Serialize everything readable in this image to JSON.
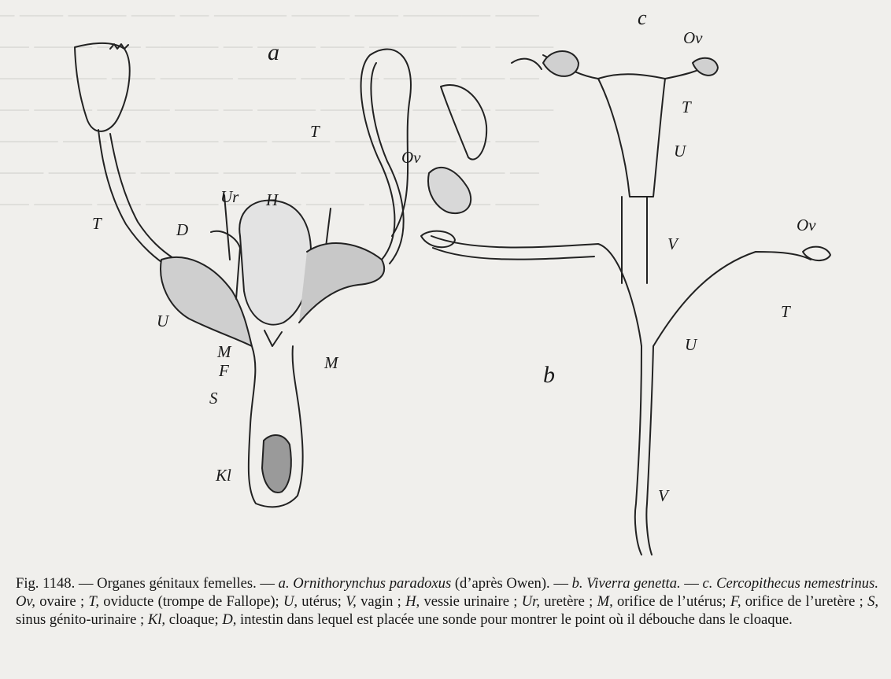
{
  "figure": {
    "panels": {
      "a": "a",
      "b": "b",
      "c": "c"
    },
    "labels": {
      "a_T": "T",
      "a_Ur": "Ur",
      "a_H": "H",
      "a_D": "D",
      "a_U": "U",
      "a_M_left": "M",
      "a_M_right": "M",
      "a_F": "F",
      "a_S": "S",
      "a_Kl": "Kl",
      "a_T_right": "T",
      "a_Ov": "Ov",
      "c_Ov": "Ov",
      "c_T": "T",
      "c_U": "U",
      "c_V": "V",
      "b_Ov": "Ov",
      "b_T": "T",
      "b_U": "U",
      "b_V": "V"
    }
  },
  "caption": {
    "fig": "Fig. 1148.",
    "s1": " — Organes génitaux femelles. — ",
    "a_label": "a.",
    "a_species": " Ornithorynchus paradoxus",
    "a_after": " (d’après Owen). — ",
    "b_label": "b.",
    "b_species": " Viverra genetta.",
    "dash_c": " — ",
    "c_label": "c.",
    "c_species": " Cercopithecus nemestrinus.",
    "k_ov": " Ov,",
    "t_ov": " ovaire ; ",
    "k_t": "T,",
    "t_t": " oviducte (trompe de Fallope); ",
    "k_u": "U,",
    "t_u": " utérus; ",
    "k_v": "V,",
    "t_v": " vagin ; ",
    "k_h": "H,",
    "t_h": " vessie urinaire ; ",
    "k_ur": "Ur,",
    "t_ur": " uretère ; ",
    "k_m": "M,",
    "t_m": " orifice de l’utérus; ",
    "k_f": "F,",
    "t_f": " orifice de l’uretère ; ",
    "k_s": "S,",
    "t_s": " sinus génito-urinaire ; ",
    "k_kl": "Kl,",
    "t_kl": " cloaque; ",
    "k_d": "D,",
    "t_d": " intestin dans lequel est placée une sonde pour montrer le point où il débouche dans le cloaque."
  }
}
